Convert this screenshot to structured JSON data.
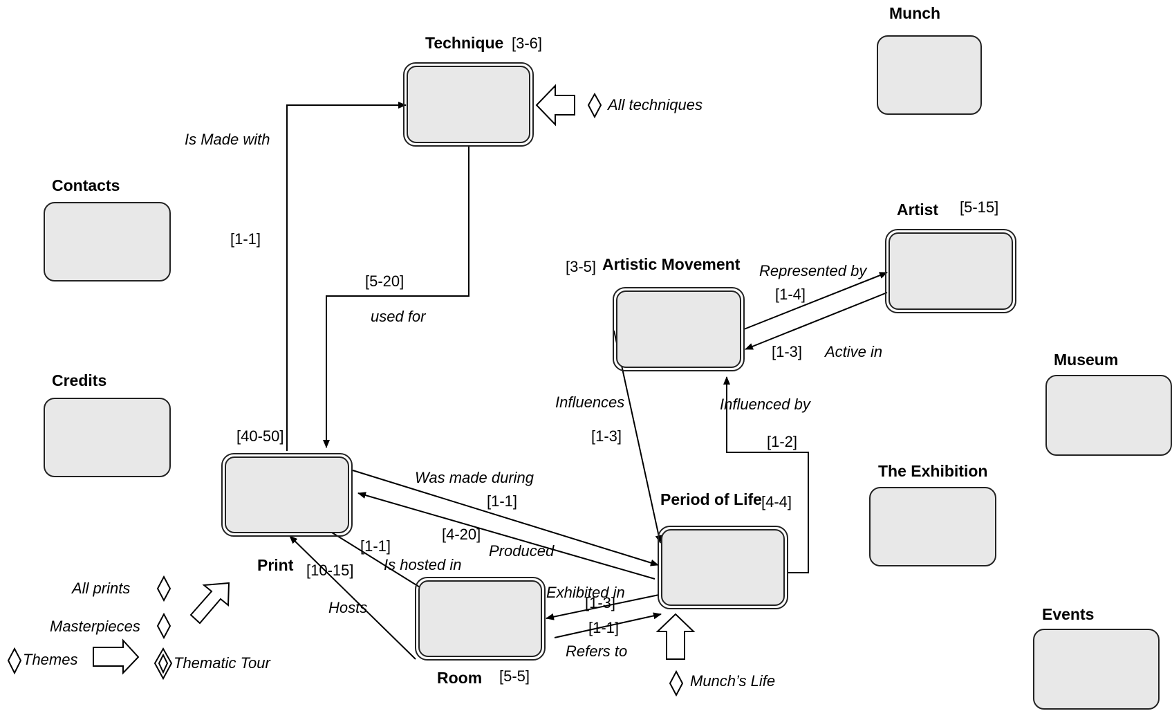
{
  "entities": {
    "technique": {
      "name": "Technique",
      "card": "[3-6]"
    },
    "munch": {
      "name": "Munch"
    },
    "contacts": {
      "name": "Contacts"
    },
    "credits": {
      "name": "Credits"
    },
    "artist": {
      "name": "Artist",
      "card": "[5-15]"
    },
    "movement": {
      "name": "Artistic Movement",
      "card": "[3-5]"
    },
    "museum": {
      "name": "Museum"
    },
    "exhibition": {
      "name": "The Exhibition"
    },
    "events": {
      "name": "Events"
    },
    "print": {
      "name": "Print",
      "card": "[40-50]"
    },
    "period": {
      "name": "Period of Life",
      "card": "[4-4]"
    },
    "room": {
      "name": "Room",
      "card": "[5-5]"
    }
  },
  "relations": {
    "is_made_with": {
      "label": "Is Made with",
      "card": "[1-1]"
    },
    "used_for": {
      "label": "used for",
      "card": "[5-20]"
    },
    "represented_by": {
      "label": "Represented  by",
      "card": "[1-4]"
    },
    "active_in": {
      "label": "Active in",
      "card": "[1-3]"
    },
    "influences": {
      "label": "Influences",
      "card": "[1-3]"
    },
    "influenced_by": {
      "label": "Influenced by",
      "card": "[1-2]"
    },
    "was_made_during": {
      "label": "Was made during",
      "card": "[1-1]"
    },
    "produced": {
      "label": "Produced",
      "card": "[4-20]"
    },
    "is_hosted_in": {
      "label": "Is hosted in",
      "card": "[1-1]"
    },
    "hosts": {
      "label": "Hosts",
      "card": "[10-15]"
    },
    "exhibited_in": {
      "label": "Exhibited in",
      "card": "[1-3]"
    },
    "refers_to": {
      "label": "Refers to",
      "card": "[1-1]"
    }
  },
  "access": {
    "all_techniques": "All techniques",
    "munchs_life": "Munch’s Life",
    "all_prints": "All prints",
    "masterpieces": "Masterpieces",
    "themes": "Themes",
    "thematic_tour": "Thematic Tour"
  }
}
